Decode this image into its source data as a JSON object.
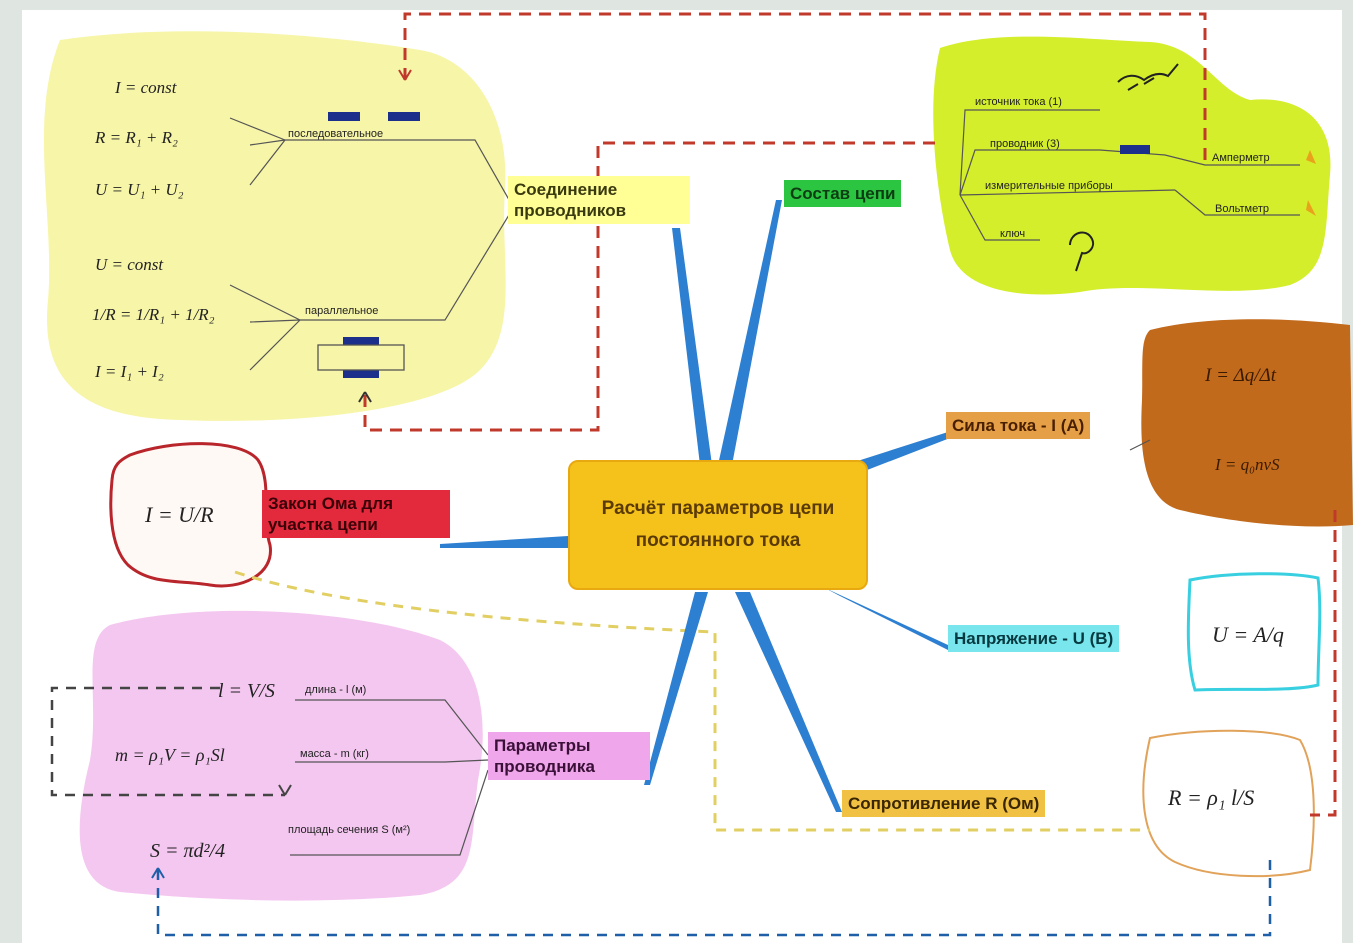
{
  "center": {
    "title": "Расчёт параметров цепи постоянного тока"
  },
  "branches": {
    "connection": "Соединение проводников",
    "circuit": "Состав цепи",
    "current": "Сила тока - I (A)",
    "ohm": "Закон Ома для участка цепи",
    "voltage": "Напряжение - U (B)",
    "resistance": "Сопротивление R (Ом)",
    "conductor": "Параметры проводника"
  },
  "connection_detail": {
    "series_label": "последовательное",
    "parallel_label": "параллельное",
    "series_formulas": [
      "I = const",
      "R = R₁ + R₂",
      "U = U₁ + U₂"
    ],
    "parallel_formulas": [
      "U = const",
      "1/R = 1/R₁ + 1/R₂",
      "I = I₁ + I₂"
    ]
  },
  "circuit_detail": {
    "items": [
      "источник тока (1)",
      "проводник (3)",
      "измерительные приборы",
      "ключ"
    ],
    "instruments": [
      "Амперметр",
      "Вольтметр"
    ]
  },
  "current_detail": {
    "formulas": [
      "I = Δq/Δt",
      "I = q₀nvS"
    ]
  },
  "ohm_detail": {
    "formula": "I = U/R"
  },
  "voltage_detail": {
    "formula": "U = A/q"
  },
  "resistance_detail": {
    "formula": "R = ρ₁ l/S"
  },
  "conductor_detail": {
    "formulas": [
      "l = V/S",
      "m = ρ₁V = ρ₁Sl",
      "S = πd²/4"
    ],
    "labels": [
      "длина - l (м)",
      "масса - m (кг)",
      "площадь сечения S (м²)"
    ]
  },
  "colors": {
    "yellow_bg": "#f7f5a8",
    "lime_bg": "#d4ee2c",
    "brown_bg": "#c26a1c",
    "pink_bg": "#f4c7f0",
    "center_bg": "#f5c21b",
    "blue_line": "#2d7fd1",
    "dash_red": "#c0392b",
    "dash_yellow": "#e2cf63"
  }
}
